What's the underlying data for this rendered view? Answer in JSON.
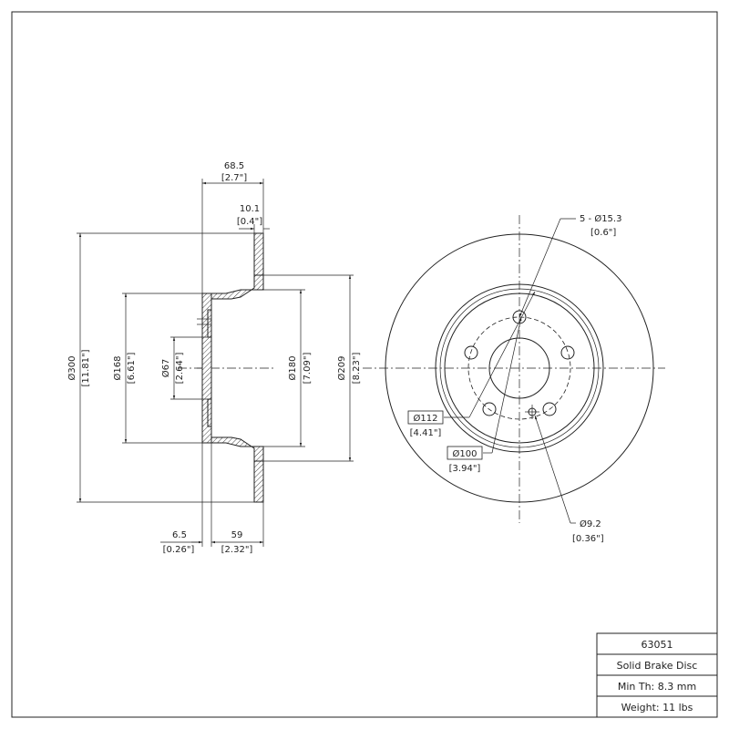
{
  "side_view": {
    "dim_68_5": "68.5",
    "dim_68_5_in": "[2.7\"]",
    "dim_10_1": "10.1",
    "dim_10_1_in": "[0.4\"]",
    "dim_300": "Ø300",
    "dim_300_in": "[11.81\"]",
    "dim_168": "Ø168",
    "dim_168_in": "[6.61\"]",
    "dim_67": "Ø67",
    "dim_67_in": "[2.64\"]",
    "dim_180": "Ø180",
    "dim_180_in": "[7.09\"]",
    "dim_209": "Ø209",
    "dim_209_in": "[8.23\"]",
    "dim_6_5": "6.5",
    "dim_6_5_in": "[0.26\"]",
    "dim_59": "59",
    "dim_59_in": "[2.32\"]"
  },
  "front_view": {
    "holes": "5 - Ø15.3",
    "holes_in": "[0.6\"]",
    "dim_112": "Ø112",
    "dim_112_in": "[4.41\"]",
    "dim_100": "Ø100",
    "dim_100_in": "[3.94\"]",
    "dim_9_2": "Ø9.2",
    "dim_9_2_in": "[0.36\"]"
  },
  "title_block": {
    "part_number": "63051",
    "description": "Solid Brake Disc",
    "min_thickness": "Min Th: 8.3 mm",
    "weight": "Weight: 11 lbs"
  }
}
